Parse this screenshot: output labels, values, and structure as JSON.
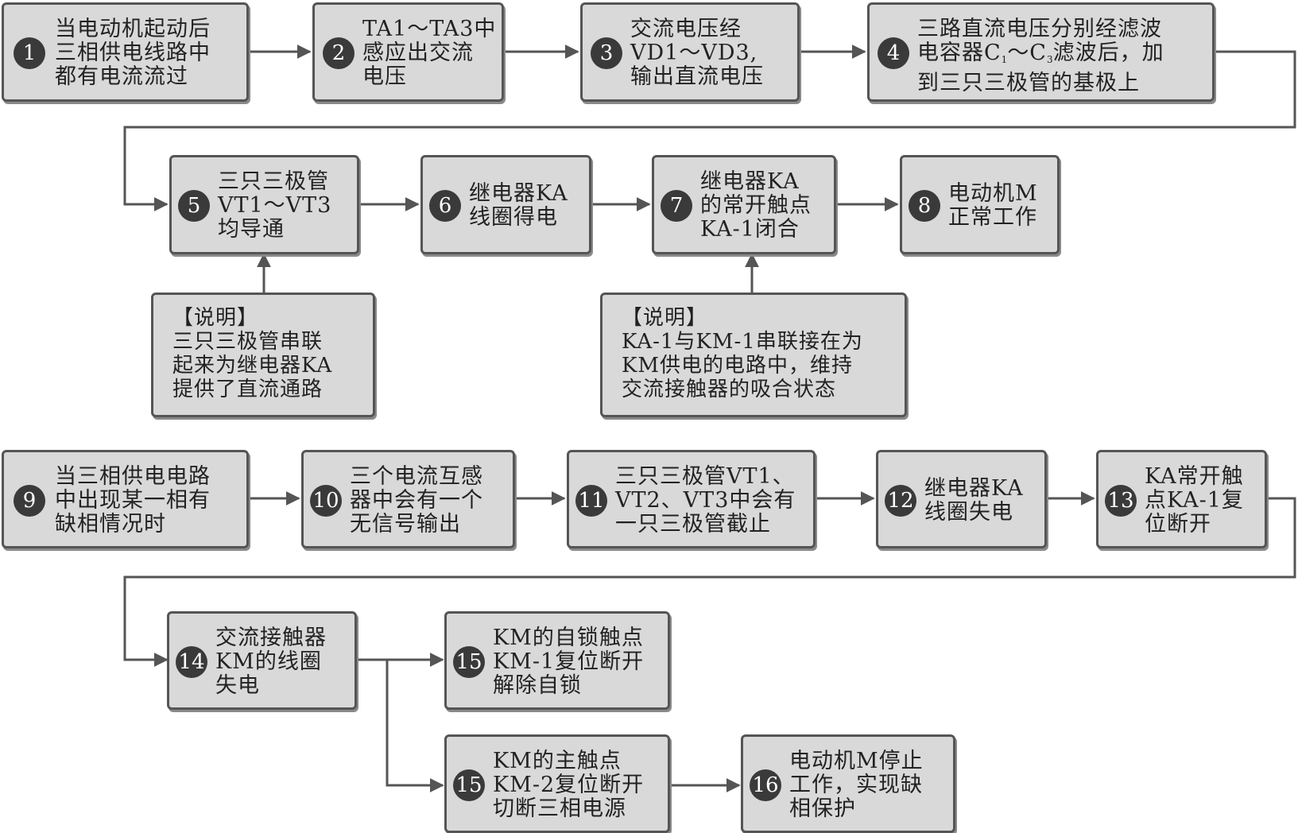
{
  "steps": {
    "s1": {
      "num": "1",
      "text": "当电动机起动后\n三相供电线路中\n都有电流流过"
    },
    "s2": {
      "num": "2",
      "text": "TA1～TA3中\n感应出交流\n电压"
    },
    "s3": {
      "num": "3",
      "text": "交流电压经\nVD1～VD3,\n输出直流电压"
    },
    "s4": {
      "num": "4",
      "text_l1": "三路直流电压分别经滤波",
      "text_l2a": "电容器C",
      "sub1": "1",
      "text_l2b": "～C",
      "sub2": "3",
      "text_l2c": "滤波后，加",
      "text_l3": "到三只三极管的基极上"
    },
    "s5": {
      "num": "5",
      "text": "三只三极管\nVT1～VT3\n均导通"
    },
    "s6": {
      "num": "6",
      "text": "继电器KA\n线圈得电"
    },
    "s7": {
      "num": "7",
      "text": "继电器KA\n的常开触点\nKA-1闭合"
    },
    "s8": {
      "num": "8",
      "text": "电动机M\n正常工作"
    },
    "s9": {
      "num": "9",
      "text": "当三相供电电路\n中出现某一相有\n缺相情况时"
    },
    "s10": {
      "num": "10",
      "text": "三个电流互感\n器中会有一个\n无信号输出"
    },
    "s11": {
      "num": "11",
      "text": "三只三极管VT1、\nVT2、VT3中会有\n一只三极管截止"
    },
    "s12": {
      "num": "12",
      "text": "继电器KA\n线圈失电"
    },
    "s13": {
      "num": "13",
      "text": "KA常开触\n点KA-1复\n位断开"
    },
    "s14": {
      "num": "14",
      "text": "交流接触器\nKM的线圈\n失电"
    },
    "s15a": {
      "num": "15",
      "text": "KM的自锁触点\nKM-1复位断开\n解除自锁"
    },
    "s15b": {
      "num": "15",
      "text": "KM的主触点\nKM-2复位断开\n切断三相电源"
    },
    "s16": {
      "num": "16",
      "text": "电动机M停止\n工作，实现缺\n相保护"
    }
  },
  "notes": {
    "n1": {
      "text": "【说明】\n三只三极管串联\n起来为继电器KA\n提供了直流通路"
    },
    "n2": {
      "text": "【说明】\nKA-1与KM-1串联接在为\nKM供电的电路中，维持\n交流接触器的吸合状态"
    }
  },
  "colors": {
    "box_fill": "#d9d9d9",
    "box_border": "#555555",
    "badge": "#3a3a3a",
    "arrow": "#555555"
  }
}
